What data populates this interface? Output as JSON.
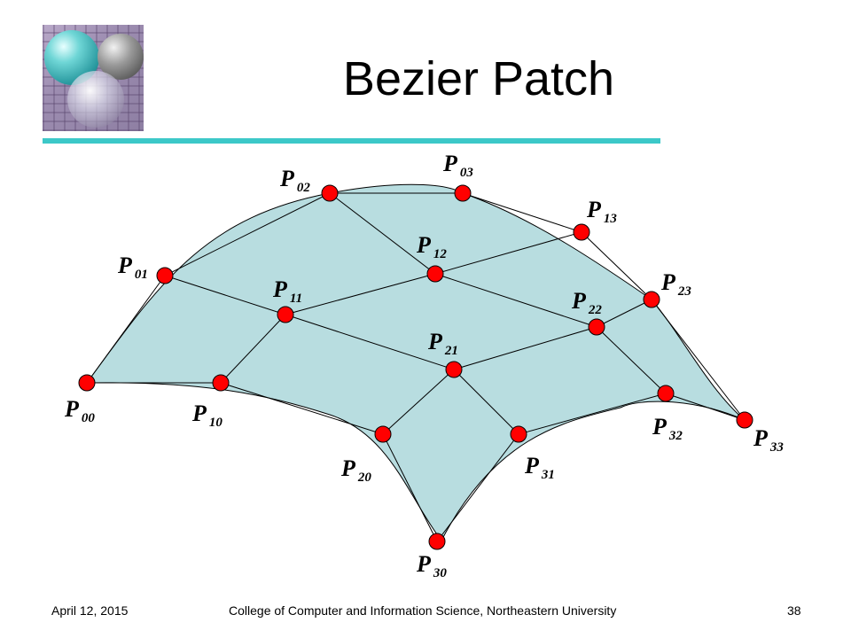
{
  "title": "Bezier Patch",
  "footer": {
    "date": "April 12, 2015",
    "organization": "College of Computer and Information Science, Northeastern University",
    "page": "38"
  },
  "colors": {
    "title_rule": "#3cc8c8",
    "patch_fill": "#b8dde0",
    "control_point": "#ff0000",
    "outline": "#000000"
  },
  "labels": {
    "p00": {
      "base": "P",
      "sub": "00"
    },
    "p01": {
      "base": "P",
      "sub": "01"
    },
    "p02": {
      "base": "P",
      "sub": "02"
    },
    "p03": {
      "base": "P",
      "sub": "03"
    },
    "p10": {
      "base": "P",
      "sub": "10"
    },
    "p11": {
      "base": "P",
      "sub": "11"
    },
    "p12": {
      "base": "P",
      "sub": "12"
    },
    "p13": {
      "base": "P",
      "sub": "13"
    },
    "p20": {
      "base": "P",
      "sub": "20"
    },
    "p21": {
      "base": "P",
      "sub": "21"
    },
    "p22": {
      "base": "P",
      "sub": "22"
    },
    "p23": {
      "base": "P",
      "sub": "23"
    },
    "p30": {
      "base": "P",
      "sub": "30"
    },
    "p31": {
      "base": "P",
      "sub": "31"
    },
    "p32": {
      "base": "P",
      "sub": "32"
    },
    "p33": {
      "base": "P",
      "sub": "33"
    }
  }
}
